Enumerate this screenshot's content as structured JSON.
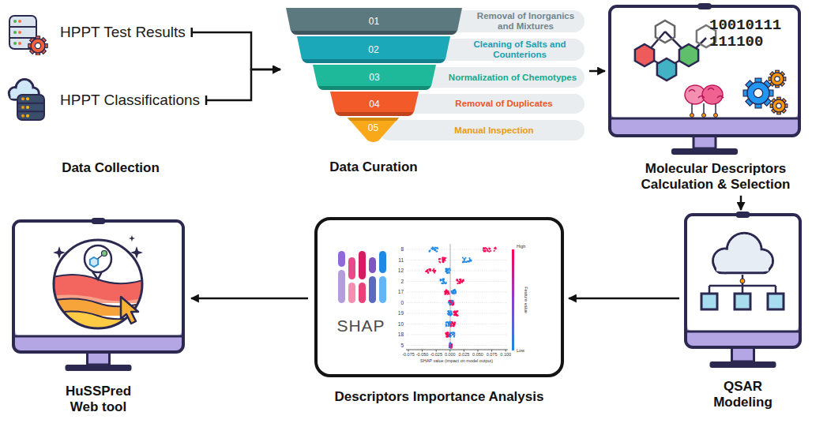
{
  "diagram": {
    "nodes": [
      {
        "text": [
          "HPPT Test Results"
        ]
      },
      {
        "text": [
          "HPPT Classifications"
        ]
      },
      {
        "text": [
          "Data Curation"
        ]
      },
      {
        "text": [
          "01",
          "Removal of Inorganics and Mixtures"
        ],
        "in": 2
      },
      {
        "text": [
          "02",
          "Cleaning of Salts and Counterions"
        ],
        "in": 2
      },
      {
        "text": [
          "03",
          "Normalization of Chemotypes"
        ],
        "in": 2
      },
      {
        "text": [
          "04",
          "Removal of Duplicates"
        ],
        "in": 2
      },
      {
        "text": [
          "05",
          "Manual Inspection"
        ],
        "in": 2
      },
      {
        "text": [
          "10010111 111100",
          "Molecular Descriptors Calculation & Selection"
        ]
      },
      {
        "text": [
          "QSAR Modeling"
        ]
      },
      {
        "text": [
          "SHAP",
          "Descriptors Importance Analysis"
        ]
      },
      {
        "text": [
          "HuSSPred Web tool"
        ]
      }
    ],
    "edges": [
      {
        "from": 0,
        "to": 2,
        "arrow": "to"
      },
      {
        "from": 1,
        "to": 2,
        "arrow": "to"
      },
      {
        "from": 2,
        "to": 8,
        "arrow": "to"
      },
      {
        "from": 8,
        "to": 9,
        "arrow": "to"
      },
      {
        "from": 9,
        "to": 10,
        "arrow": "to"
      },
      {
        "from": 10,
        "to": 11,
        "arrow": "to"
      }
    ],
    "labels": [
      "Data Collection",
      "8",
      "11",
      "12",
      "2",
      "17",
      "0",
      "19",
      "10",
      "18",
      "5",
      "-0.075",
      "-0.050",
      "-0.025",
      "0.000",
      "0.025",
      "0.050",
      "0.075",
      "0.100",
      "SHAP value (impact on model output)",
      "High",
      "Feature value",
      "Low"
    ]
  }
}
